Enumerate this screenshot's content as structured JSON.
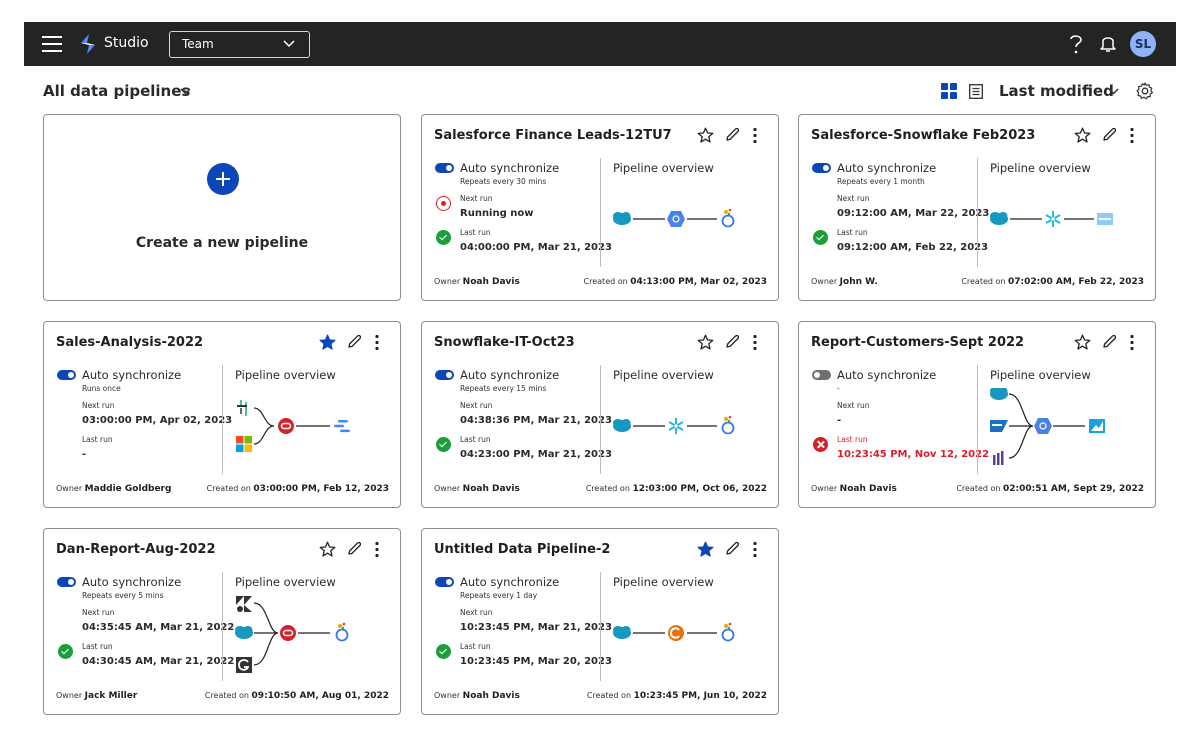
{
  "header": {
    "app_name": "Studio",
    "team_select": "Team",
    "avatar": "SL",
    "help_icon": "help-icon",
    "bell_icon": "bell-icon"
  },
  "toolbar": {
    "filter_label": "All data pipelines",
    "sort_label": "Last modified"
  },
  "create": {
    "label": "Create a new pipeline"
  },
  "cards": [
    {
      "title": "Salesforce Finance Leads-12TU7",
      "starred": false,
      "sync_on": true,
      "sync_label": "Auto synchronize",
      "sync_sub": "Repeats every 30 mins",
      "next_label": "Next run",
      "next_value": "Running now",
      "next_status": "running",
      "last_label": "Last run",
      "last_value": "04:00:00 PM, Mar 21, 2023",
      "last_status": "ok",
      "overview_label": "Pipeline overview",
      "diagram": [
        "salesforce",
        "bigquery",
        "looker"
      ],
      "owner_label": "Owner",
      "owner": "Noah Davis",
      "created_label": "Created on",
      "created": "04:13:00 PM, Mar 02, 2023"
    },
    {
      "title": "Salesforce-Snowflake Feb2023",
      "starred": false,
      "sync_on": true,
      "sync_label": "Auto synchronize",
      "sync_sub": "Repeats every 1 month",
      "next_label": "Next run",
      "next_value": "09:12:00 AM, Mar 22, 2023",
      "next_status": "none",
      "last_label": "Last run",
      "last_value": "09:12:00 AM, Feb 22, 2023",
      "last_status": "ok",
      "overview_label": "Pipeline overview",
      "diagram": [
        "salesforce",
        "snowflake",
        "zoho"
      ],
      "owner_label": "Owner",
      "owner": "John W.",
      "created_label": "Created on",
      "created": "07:02:00 AM, Feb 22, 2023"
    },
    {
      "title": "Sales-Analysis-2022",
      "starred": true,
      "sync_on": true,
      "sync_label": "Auto synchronize",
      "sync_sub": "Runs once",
      "next_label": "Next run",
      "next_value": "03:00:00 PM, Apr 02, 2023",
      "next_status": "none",
      "last_label": "Last run",
      "last_value": "-",
      "last_status": "none",
      "overview_label": "Pipeline overview",
      "diagram": [
        "segment",
        "microsoft",
        "oracle",
        "data-studio"
      ],
      "owner_label": "Owner",
      "owner": "Maddie Goldberg",
      "created_label": "Created on",
      "created": "03:00:00 PM, Feb 12, 2023"
    },
    {
      "title": "Snowflake-IT-Oct23",
      "starred": false,
      "sync_on": true,
      "sync_label": "Auto synchronize",
      "sync_sub": "Repeats every 15 mins",
      "next_label": "Next run",
      "next_value": "04:38:36 PM, Mar 21, 2023",
      "next_status": "none",
      "last_label": "Last run",
      "last_value": "04:23:00 PM, Mar 21, 2023",
      "last_status": "ok",
      "overview_label": "Pipeline overview",
      "diagram": [
        "salesforce",
        "snowflake",
        "looker"
      ],
      "owner_label": "Owner",
      "owner": "Noah Davis",
      "created_label": "Created on",
      "created": "12:03:00 PM, Oct 06, 2022"
    },
    {
      "title": "Report-Customers-Sept 2022",
      "starred": false,
      "sync_on": false,
      "sync_label": "Auto synchronize",
      "sync_sub": "-",
      "next_label": "Next run",
      "next_value": "-",
      "next_status": "none",
      "last_label": "Last run",
      "last_value": "10:23:45 PM, Nov 12, 2022",
      "last_status": "error",
      "overview_label": "Pipeline overview",
      "diagram": [
        "salesforce",
        "sap",
        "stripe",
        "bigquery",
        "power-bi"
      ],
      "owner_label": "Owner",
      "owner": "Noah Davis",
      "created_label": "Created on",
      "created": "02:00:51 AM, Sept 29, 2022"
    },
    {
      "title": "Dan-Report-Aug-2022",
      "starred": false,
      "sync_on": true,
      "sync_label": "Auto synchronize",
      "sync_sub": "Repeats every 5 mins",
      "next_label": "Next run",
      "next_value": "04:35:45 AM, Mar 21, 2022",
      "next_status": "none",
      "last_label": "Last run",
      "last_value": "04:30:45 AM, Mar 21, 2022",
      "last_status": "ok",
      "overview_label": "Pipeline overview",
      "diagram": [
        "zendesk",
        "salesforce",
        "g2",
        "oracle",
        "looker"
      ],
      "owner_label": "Owner",
      "owner": "Jack Miller",
      "created_label": "Created on",
      "created": "09:10:50 AM, Aug 01, 2022"
    },
    {
      "title": "Untitled Data Pipeline-2",
      "starred": true,
      "sync_on": true,
      "sync_label": "Auto synchronize",
      "sync_sub": "Repeats every 1 day",
      "next_label": "Next run",
      "next_value": "10:23:45 PM, Mar 21, 2023",
      "next_status": "none",
      "last_label": "Last run",
      "last_value": "10:23:45 PM, Mar 20, 2023",
      "last_status": "ok",
      "overview_label": "Pipeline overview",
      "diagram": [
        "salesforce",
        "c-connector",
        "looker"
      ],
      "owner_label": "Owner",
      "owner": "Noah Davis",
      "created_label": "Created on",
      "created": "10:23:45 PM, Jun 10, 2022"
    }
  ],
  "colors": {
    "accent": "#0b47b8",
    "topbar": "#242424",
    "error": "#da1e28",
    "success": "#1e9e3a"
  }
}
